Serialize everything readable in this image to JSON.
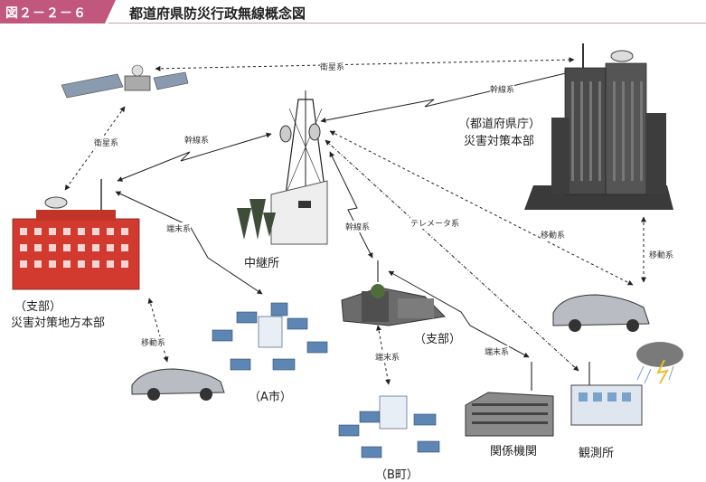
{
  "figure": {
    "number": "図２－２－６",
    "title": "都道府県防災行政無線概念図",
    "badge_color": "#c2577e"
  },
  "nodes": {
    "satellite": "",
    "hq_line1": "（都道府県庁）",
    "hq_line2": "災害対策本部",
    "relay": "中継所",
    "branch_line1": "（支部）",
    "branch_line2": "災害対策地方本部",
    "shibu": "（支部）",
    "city_a": "（A市）",
    "town_b": "（B町）",
    "agency": "関係機関",
    "observatory": "観測所"
  },
  "links": {
    "sat_hq": "衛星系",
    "sat_branch": "衛星系",
    "hq_relay": "幹線系",
    "relay_branch": "幹線系",
    "relay_shibu": "幹線系",
    "telemeter": "テレメータ系",
    "hq_mobile": "移動系",
    "car_mobile": "移動系",
    "branch_mobile": "移動系",
    "branch_terminal": "端末系",
    "shibu_terminal_b": "端末系",
    "shibu_terminal_agency": "端末系"
  }
}
